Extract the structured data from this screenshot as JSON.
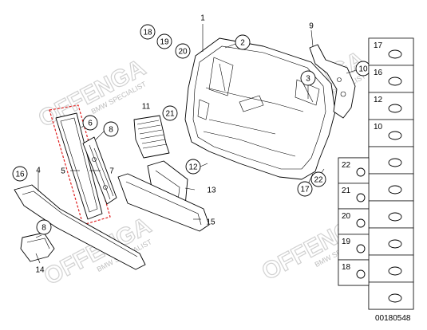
{
  "diagram_id": "00180548",
  "watermark": {
    "brand": "OFFENGA",
    "tagline": "BMW SPECIALIST"
  },
  "callouts": [
    {
      "id": "1",
      "circled": false
    },
    {
      "id": "2",
      "circled": true
    },
    {
      "id": "3",
      "circled": true
    },
    {
      "id": "4",
      "circled": false
    },
    {
      "id": "5",
      "circled": false
    },
    {
      "id": "6",
      "circled": true
    },
    {
      "id": "7",
      "circled": false
    },
    {
      "id": "8",
      "circled": true
    },
    {
      "id": "8",
      "circled": true
    },
    {
      "id": "9",
      "circled": false
    },
    {
      "id": "10",
      "circled": true
    },
    {
      "id": "11",
      "circled": false
    },
    {
      "id": "12",
      "circled": true
    },
    {
      "id": "13",
      "circled": false
    },
    {
      "id": "14",
      "circled": false
    },
    {
      "id": "15",
      "circled": false
    },
    {
      "id": "16",
      "circled": true
    },
    {
      "id": "17",
      "circled": true
    },
    {
      "id": "18",
      "circled": true
    },
    {
      "id": "19",
      "circled": true
    },
    {
      "id": "20",
      "circled": true
    },
    {
      "id": "21",
      "circled": true
    },
    {
      "id": "22",
      "circled": true
    }
  ],
  "fastener_table": {
    "right_column": [
      "17",
      "16",
      "12",
      "10",
      "",
      "",
      "",
      "",
      "",
      ""
    ],
    "left_column": [
      "22",
      "21",
      "20",
      "19",
      "18"
    ]
  }
}
